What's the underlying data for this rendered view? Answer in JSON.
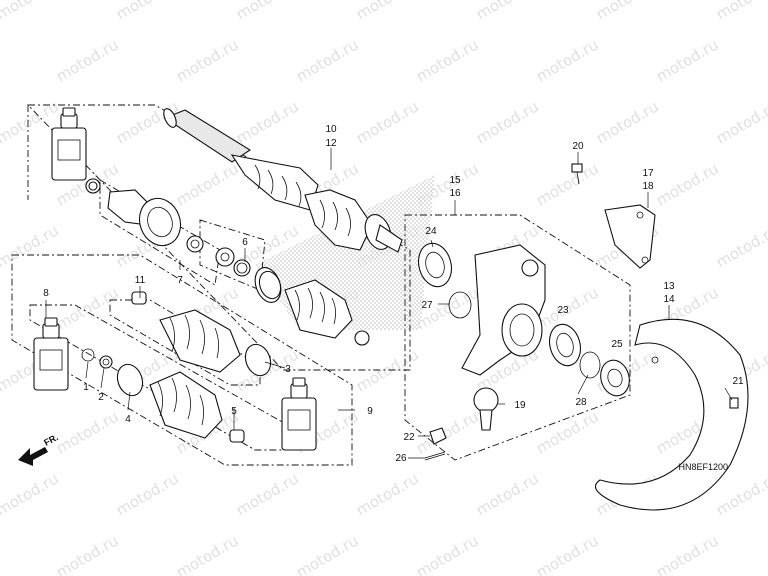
{
  "diagram": {
    "code": "HN8EF1200",
    "front_arrow": "FR.",
    "watermark": "motod.ru",
    "callouts": {
      "c1": "1",
      "c2": "2",
      "c3": "3",
      "c4": "4",
      "c5": "5",
      "c6": "6",
      "c7": "7",
      "c8": "8",
      "c9": "9",
      "c10": "10",
      "c11": "11",
      "c12": "12",
      "c13": "13",
      "c14": "14",
      "c15": "15",
      "c16": "16",
      "c17": "17",
      "c18": "18",
      "c19": "19",
      "c20": "20",
      "c21": "21",
      "c22": "22",
      "c23": "23",
      "c24": "24",
      "c25": "25",
      "c26": "26",
      "c27": "27",
      "c28": "28"
    }
  }
}
